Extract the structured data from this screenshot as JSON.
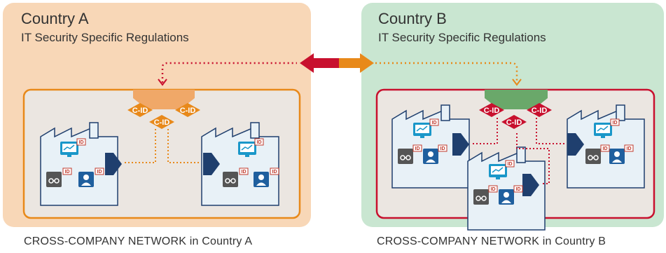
{
  "country_a": {
    "title": "Country A",
    "subtitle": "IT Security Specific Regulations",
    "network_caption": "CROSS-COMPANY NETWORK in Country A"
  },
  "country_b": {
    "title": "Country B",
    "subtitle": "IT Security Specific Regulations",
    "network_caption": "CROSS-COMPANY NETWORK in Country B"
  },
  "labels": {
    "cid": "C-ID",
    "id": "ID"
  },
  "colors": {
    "panel_a": "#f8d7b7",
    "panel_b": "#c9e6d1",
    "accent_orange": "#e8891a",
    "accent_red": "#c8102e",
    "gateway_green": "#6aa86a",
    "connector_navy": "#1f3f6e",
    "monitor_blue": "#1a97c9",
    "factory_fill": "#e8f1f7"
  }
}
